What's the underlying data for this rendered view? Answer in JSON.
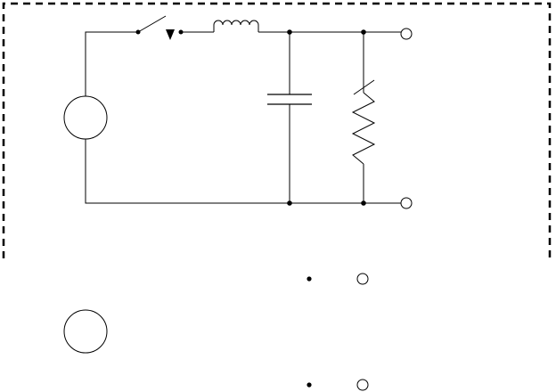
{
  "diagram": {
    "line_color": "#000000",
    "background_color": "#ffffff",
    "components": {
      "source": "ac-voltage-source",
      "switch": "switch",
      "inductor": "inductor",
      "capacitor": "capacitor",
      "resistor": "variable-resistor",
      "output_terminal_top": "terminal",
      "output_terminal_bottom": "terminal",
      "junction_nodes": "node",
      "boundary": "dashed-boundary"
    },
    "legend": {
      "source_symbol": "ac-voltage-source",
      "node_symbol": "node",
      "terminal_symbol": "terminal"
    }
  }
}
